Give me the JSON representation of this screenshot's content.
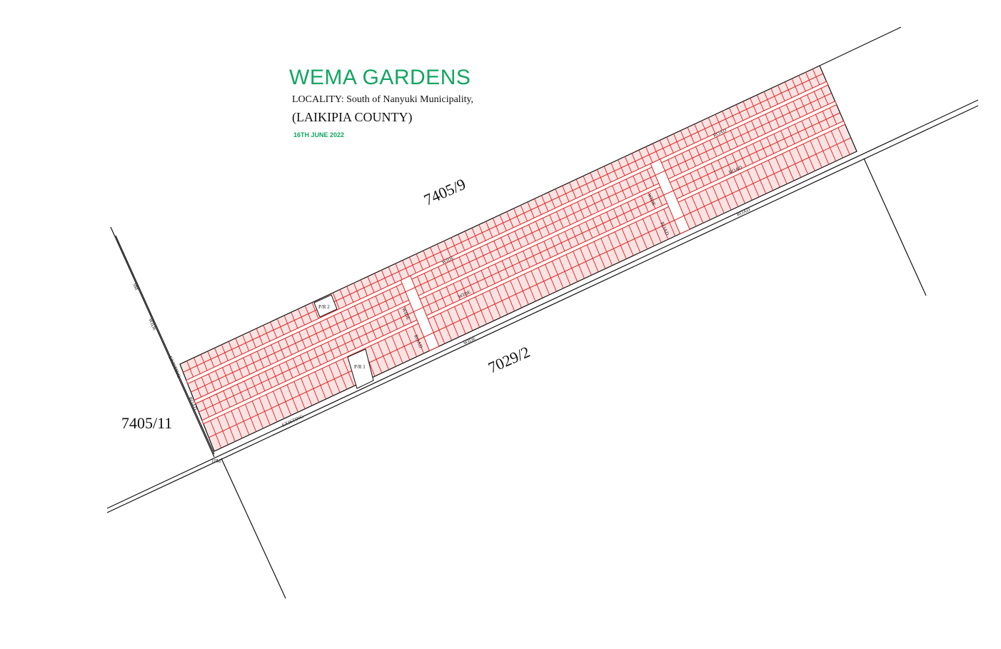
{
  "title": "WEMA GARDENS",
  "locality": "LOCALITY: South of Nanyuki Municipality,",
  "county": "(LAIKIPIA COUNTY)",
  "date": "16TH JUNE 2022",
  "parcels": {
    "north": "7405/9",
    "south": "7029/2",
    "west": "7405/11"
  },
  "public_reserves": [
    "P/R 1",
    "P/R 2"
  ],
  "road_labels": {
    "road": "ROAD",
    "wide": "WIDE",
    "existing": "EXISTING",
    "width_9m": "9M",
    "width_10m": "10M"
  },
  "colors": {
    "title": "#12a660",
    "plot_lines": "#e0201c",
    "plot_fill": "#fbe3e3",
    "boundary": "#111111"
  }
}
